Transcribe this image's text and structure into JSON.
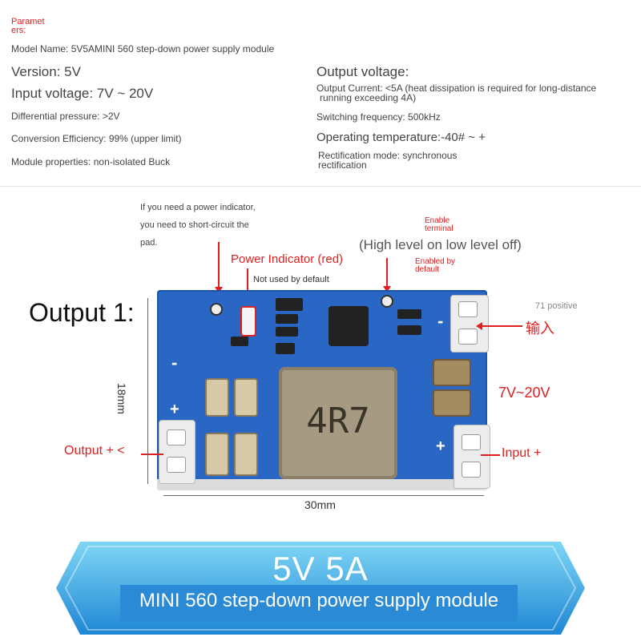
{
  "params": {
    "heading_line1": "Paramet",
    "heading_line2": "ers:",
    "model_name": "Model Name: 5V5AMINI 560 step-down power supply module",
    "version": "Version: 5V",
    "input_voltage": "Input voltage: 7V ~ 20V",
    "differential_pressure": "Differential pressure: >2V",
    "conversion_efficiency": "Conversion Efficiency: 99% (upper limit)",
    "module_properties": "Module properties: non-isolated Buck",
    "output_voltage": "Output voltage:",
    "output_current_line1": "Output Current: <5A (heat dissipation is required for long-distance",
    "output_current_line2": "running exceeding 4A)",
    "switching_frequency": "Switching frequency: 500kHz",
    "operating_temperature": "Operating temperature:-40# ~ +",
    "rectification_line1": "Rectification mode: synchronous",
    "rectification_line2": "rectification"
  },
  "annotations": {
    "power_indicator_note_line1": "If you need a power indicator,",
    "power_indicator_note_line2": "you need to short-circuit the",
    "power_indicator_note_line3": "pad.",
    "power_indicator": "Power Indicator (red)",
    "not_used": "Not used by default",
    "enable_terminal_line1": "Enable",
    "enable_terminal_line2": "terminal",
    "high_low": "(High level on low level off)",
    "enabled_default_line1": "Enabled by",
    "enabled_default_line2": "default",
    "output1": "Output 1:",
    "positive71": "71 positive",
    "input_cn": "输入",
    "input_range": "7V~20V",
    "output_plus": "Output + <",
    "input_plus": "Input +",
    "dim_height": "18mm",
    "dim_width": "30mm",
    "inductor_label": "4R7",
    "plus": "+",
    "minus": "-"
  },
  "banner": {
    "title": "5V 5A",
    "subtitle": "MINI 560 step-down power supply module"
  },
  "colors": {
    "board_blue": "#2a67c5",
    "accent_red": "#e02020",
    "banner_blue": "#2b8ad6"
  }
}
